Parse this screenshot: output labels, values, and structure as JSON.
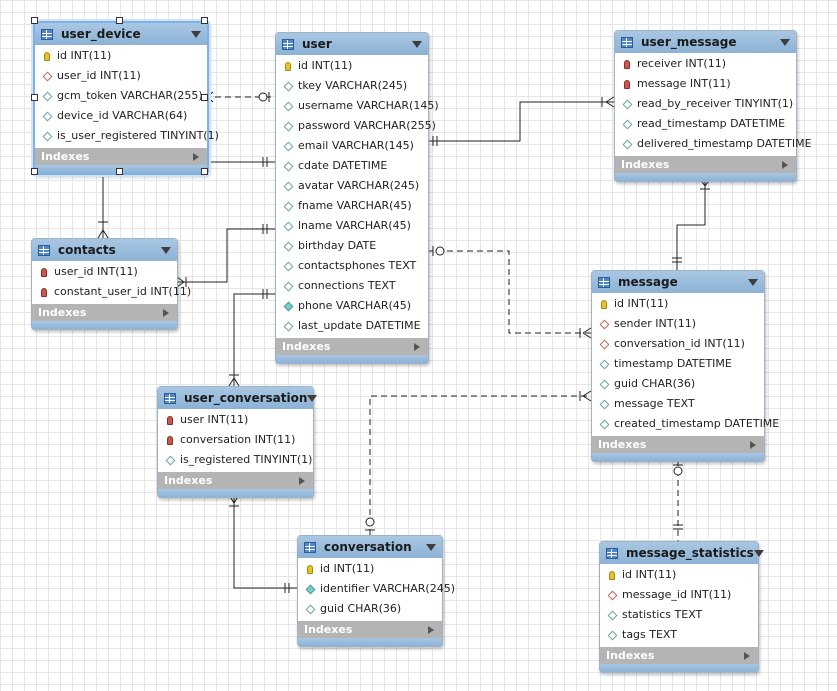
{
  "tables": {
    "user_device": {
      "name": "user_device",
      "columns": [
        {
          "icon": "pk",
          "text": "id INT(11)"
        },
        {
          "icon": "fkd",
          "text": "user_id INT(11)"
        },
        {
          "icon": "dm",
          "text": "gcm_token VARCHAR(255)"
        },
        {
          "icon": "dm",
          "text": "device_id VARCHAR(64)"
        },
        {
          "icon": "dm",
          "text": "is_user_registered TINYINT(1)"
        }
      ],
      "indexes_label": "Indexes"
    },
    "user": {
      "name": "user",
      "columns": [
        {
          "icon": "pk",
          "text": "id INT(11)"
        },
        {
          "icon": "dm",
          "text": "tkey VARCHAR(245)"
        },
        {
          "icon": "dm",
          "text": "username VARCHAR(145)"
        },
        {
          "icon": "dm",
          "text": "password VARCHAR(255)"
        },
        {
          "icon": "dm",
          "text": "email VARCHAR(145)"
        },
        {
          "icon": "dm",
          "text": "cdate DATETIME"
        },
        {
          "icon": "dm",
          "text": "avatar VARCHAR(245)"
        },
        {
          "icon": "dm",
          "text": "fname VARCHAR(45)"
        },
        {
          "icon": "dm",
          "text": "lname VARCHAR(45)"
        },
        {
          "icon": "dm",
          "text": "birthday DATE"
        },
        {
          "icon": "dm",
          "text": "contactsphones TEXT"
        },
        {
          "icon": "dm",
          "text": "connections TEXT"
        },
        {
          "icon": "nn",
          "text": "phone VARCHAR(45)"
        },
        {
          "icon": "dm",
          "text": "last_update DATETIME"
        }
      ],
      "indexes_label": "Indexes"
    },
    "user_message": {
      "name": "user_message",
      "columns": [
        {
          "icon": "fk",
          "text": "receiver INT(11)"
        },
        {
          "icon": "fk",
          "text": "message INT(11)"
        },
        {
          "icon": "dm",
          "text": "read_by_receiver TINYINT(1)"
        },
        {
          "icon": "dm",
          "text": "read_timestamp DATETIME"
        },
        {
          "icon": "dm",
          "text": "delivered_timestamp DATETIME"
        }
      ],
      "indexes_label": "Indexes"
    },
    "contacts": {
      "name": "contacts",
      "columns": [
        {
          "icon": "fk",
          "text": "user_id INT(11)"
        },
        {
          "icon": "fk",
          "text": "constant_user_id INT(11)"
        }
      ],
      "indexes_label": "Indexes"
    },
    "message": {
      "name": "message",
      "columns": [
        {
          "icon": "pk",
          "text": "id INT(11)"
        },
        {
          "icon": "fkd",
          "text": "sender INT(11)"
        },
        {
          "icon": "fkd",
          "text": "conversation_id INT(11)"
        },
        {
          "icon": "dm",
          "text": "timestamp DATETIME"
        },
        {
          "icon": "dm",
          "text": "guid CHAR(36)"
        },
        {
          "icon": "dm",
          "text": "message TEXT"
        },
        {
          "icon": "dm",
          "text": "created_timestamp DATETIME"
        }
      ],
      "indexes_label": "Indexes"
    },
    "user_conversation": {
      "name": "user_conversation",
      "columns": [
        {
          "icon": "fk",
          "text": "user INT(11)"
        },
        {
          "icon": "fk",
          "text": "conversation INT(11)"
        },
        {
          "icon": "dm",
          "text": "is_registered TINYINT(1)"
        }
      ],
      "indexes_label": "Indexes"
    },
    "conversation": {
      "name": "conversation",
      "columns": [
        {
          "icon": "pk",
          "text": "id INT(11)"
        },
        {
          "icon": "nn",
          "text": "identifier VARCHAR(245)"
        },
        {
          "icon": "dm",
          "text": "guid CHAR(36)"
        }
      ],
      "indexes_label": "Indexes"
    },
    "message_statistics": {
      "name": "message_statistics",
      "columns": [
        {
          "icon": "pk",
          "text": "id INT(11)"
        },
        {
          "icon": "fkd",
          "text": "message_id INT(11)"
        },
        {
          "icon": "dm",
          "text": "statistics TEXT"
        },
        {
          "icon": "dm",
          "text": "tags TEXT"
        }
      ],
      "indexes_label": "Indexes"
    }
  },
  "icons": {
    "table": "table-icon",
    "menu": "chevron-down-icon",
    "expand": "arrow-right-icon",
    "primary_key": "key-icon",
    "foreign_key": "red-key-icon",
    "not_null": "filled-diamond-icon",
    "column": "diamond-icon"
  },
  "colors": {
    "header": "#8cb2d6",
    "indexes_bar": "#b4b4b4",
    "selection": "#7fb1e6",
    "connector": "#222222"
  }
}
